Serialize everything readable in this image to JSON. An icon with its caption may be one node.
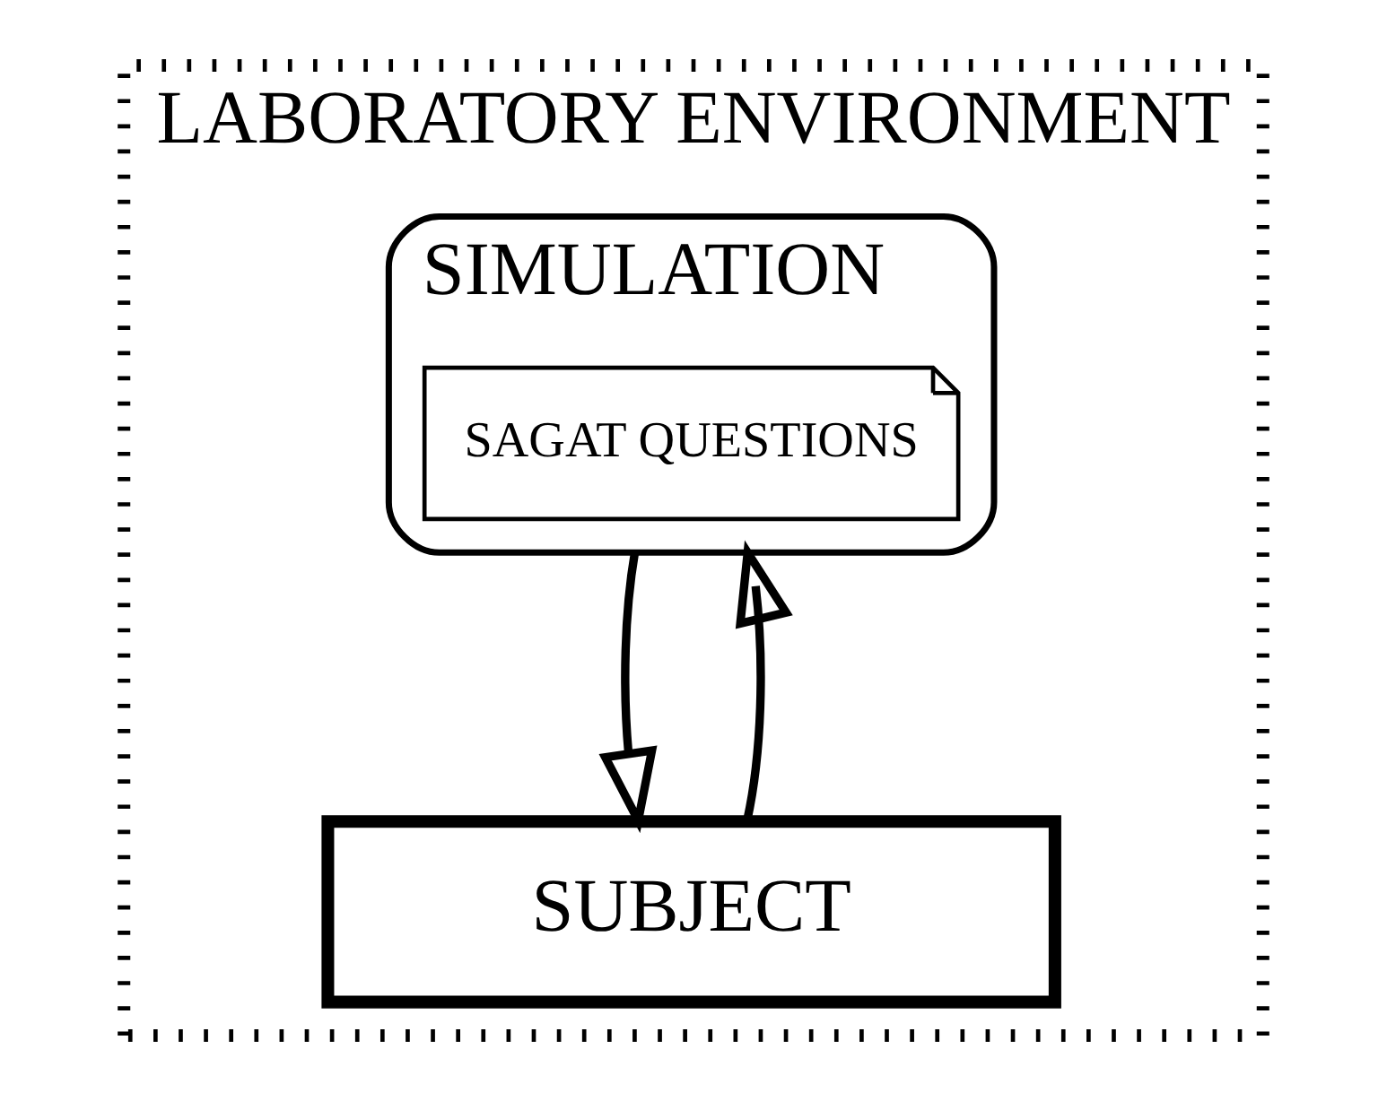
{
  "diagram": {
    "nodes": [
      {
        "text": [
          "LABORATORY ENVIRONMENT"
        ]
      },
      {
        "text": [
          "SIMULATION"
        ],
        "in": 0
      },
      {
        "text": [
          "SAGAT QUESTIONS"
        ],
        "in": 1
      },
      {
        "text": [
          "SUBJECT"
        ],
        "in": 0
      }
    ],
    "edges": [
      {
        "from": 1,
        "to": 3,
        "arrow": "to"
      },
      {
        "from": 3,
        "to": 1,
        "arrow": "to"
      }
    ]
  }
}
